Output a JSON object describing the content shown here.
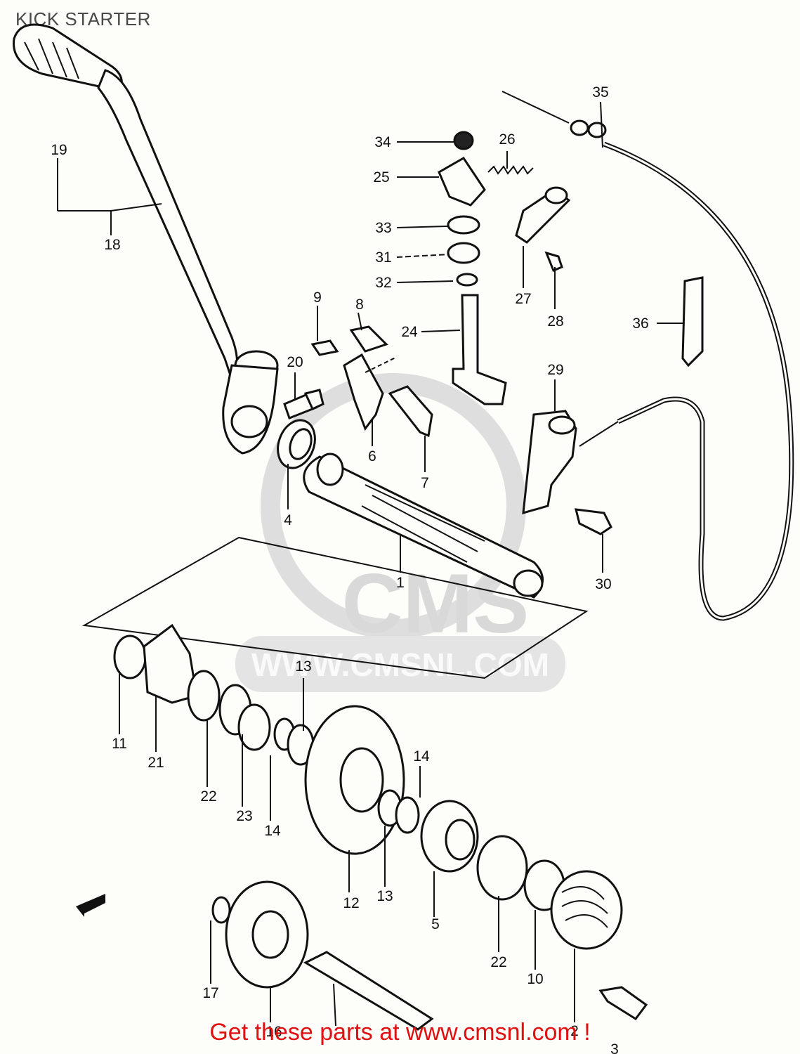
{
  "title": "KICK STARTER",
  "watermark": {
    "logo": "CMS",
    "url": "WWW.CMSNL.COM"
  },
  "footer": "Get these parts at www.cmsnl.com !",
  "callouts": {
    "c1": "1",
    "c2": "2",
    "c3": "3",
    "c4": "4",
    "c5": "5",
    "c6": "6",
    "c7": "7",
    "c8": "8",
    "c9": "9",
    "c10": "10",
    "c11": "11",
    "c12": "12",
    "c13a": "13",
    "c13b": "13",
    "c14a": "14",
    "c14b": "14",
    "c16": "16",
    "c17": "17",
    "c18": "18",
    "c19": "19",
    "c20": "20",
    "c21": "21",
    "c22a": "22",
    "c22b": "22",
    "c23": "23",
    "c24": "24",
    "c25": "25",
    "c26": "26",
    "c27": "27",
    "c28": "28",
    "c29": "29",
    "c30": "30",
    "c31": "31",
    "c32": "32",
    "c33": "33",
    "c34": "34",
    "c35": "35",
    "c36": "36"
  },
  "colors": {
    "footer": "#e01010",
    "watermark": "#d7d7d7",
    "ink": "#111111"
  }
}
